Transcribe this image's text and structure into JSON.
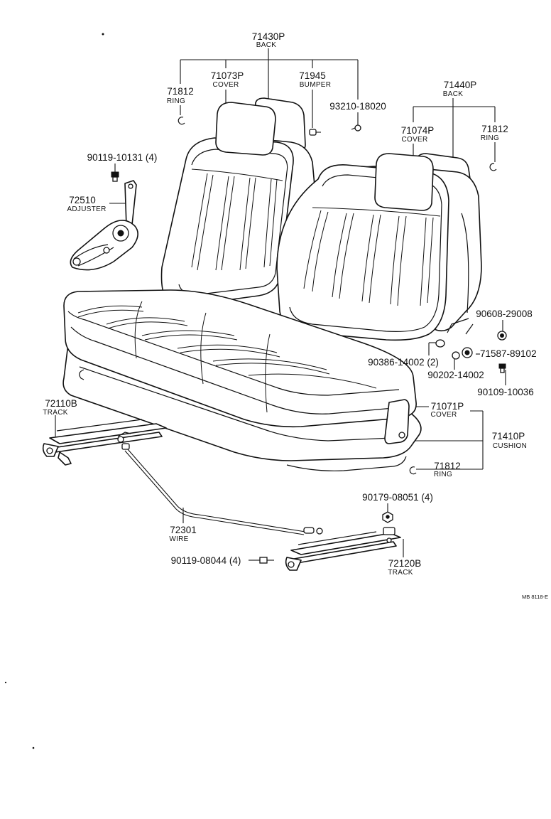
{
  "diagram": {
    "parts": [
      {
        "number": "71430P",
        "name": "BACK"
      },
      {
        "number": "71812",
        "name": "RING"
      },
      {
        "number": "71073P",
        "name": "COVER"
      },
      {
        "number": "71945",
        "name": "BUMPER"
      },
      {
        "number": "93210-18020",
        "name": ""
      },
      {
        "number": "71440P",
        "name": "BACK"
      },
      {
        "number": "71074P",
        "name": "COVER"
      },
      {
        "number": "71812",
        "name": "RING"
      },
      {
        "number": "90119-10131 (4)",
        "name": ""
      },
      {
        "number": "72510",
        "name": "ADJUSTER"
      },
      {
        "number": "90608-29008",
        "name": ""
      },
      {
        "number": "90386-14002 (2)",
        "name": ""
      },
      {
        "number": "71587-89102",
        "name": ""
      },
      {
        "number": "90202-14002",
        "name": ""
      },
      {
        "number": "90109-10036",
        "name": ""
      },
      {
        "number": "72110B",
        "name": "TRACK"
      },
      {
        "number": "71071P",
        "name": "COVER"
      },
      {
        "number": "71410P",
        "name": "CUSHION"
      },
      {
        "number": "71812",
        "name": "RING"
      },
      {
        "number": "90179-08051 (4)",
        "name": ""
      },
      {
        "number": "72301",
        "name": "WIRE"
      },
      {
        "number": "90119-08044 (4)",
        "name": ""
      },
      {
        "number": "72120B",
        "name": "TRACK"
      }
    ],
    "figure_code": "MB 8118-E"
  }
}
